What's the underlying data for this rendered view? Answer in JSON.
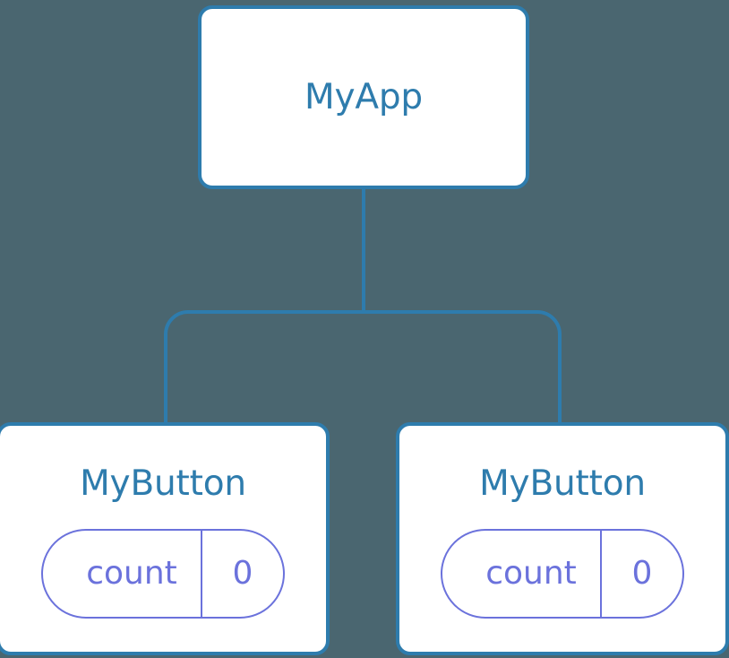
{
  "diagram": {
    "type": "component-tree",
    "background_color": "#4a6670",
    "node_border_color": "#2e7cad",
    "node_title_color": "#2e7cad",
    "node_background_color": "#ffffff",
    "state_accent_color": "#6b72dc",
    "connector_color": "#2e7cad"
  },
  "root": {
    "title": "MyApp"
  },
  "children": [
    {
      "title": "MyButton",
      "state": {
        "key": "count",
        "value": "0"
      }
    },
    {
      "title": "MyButton",
      "state": {
        "key": "count",
        "value": "0"
      }
    }
  ]
}
